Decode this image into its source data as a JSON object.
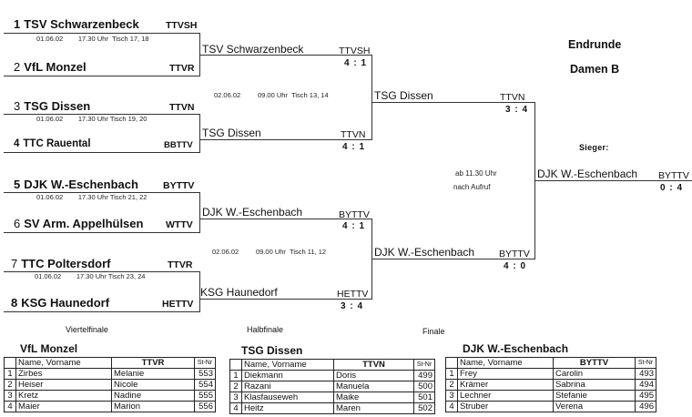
{
  "header": {
    "title": "Endrunde",
    "subtitle": "Damen B",
    "winner_label": "Sieger:"
  },
  "round_labels": {
    "quarterfinal": "Viertelfinale",
    "semifinal": "Halbfinale",
    "final": "Finale"
  },
  "quarterfinals": [
    {
      "top": {
        "seed": "1",
        "team": "TSV Schwarzenbeck",
        "assoc": "TTVSH"
      },
      "bottom": {
        "seed": "2",
        "team": "VfL Monzel",
        "assoc": "TTVR"
      },
      "date": "01.06.02",
      "time": "17.30 Uhr",
      "table": "Tisch 17, 18"
    },
    {
      "top": {
        "seed": "3",
        "team": "TSG Dissen",
        "assoc": "TTVN"
      },
      "bottom": {
        "seed": "4",
        "team": "TTC Rauental",
        "assoc": "BBTTV"
      },
      "date": "01.06.02",
      "time": "17.30 Uhr",
      "table": "Tisch 19, 20"
    },
    {
      "top": {
        "seed": "5",
        "team": "DJK W.-Eschenbach",
        "assoc": "BYTTV"
      },
      "bottom": {
        "seed": "6",
        "team": "SV Arm. Appelhülsen",
        "assoc": "WTTV"
      },
      "date": "01.06.02",
      "time": "17.30 Uhr",
      "table": "Tisch 21, 22"
    },
    {
      "top": {
        "seed": "7",
        "team": "TTC Poltersdorf",
        "assoc": "TTVR"
      },
      "bottom": {
        "seed": "8",
        "team": "KSG Haunedorf",
        "assoc": "HETTV"
      },
      "date": "01.06.02",
      "time": "17.30 Uhr",
      "table": "Tisch 23, 24"
    }
  ],
  "semifinals": [
    {
      "top": {
        "team": "TSV Schwarzenbeck",
        "assoc": "TTVSH",
        "score": "4 : 1"
      },
      "bottom": {
        "team": "TSG Dissen",
        "assoc": "TTVN",
        "score": "4 : 1"
      },
      "date": "02.06.02",
      "time": "09.00 Uhr",
      "table": "Tisch 13, 14"
    },
    {
      "top": {
        "team": "DJK W.-Eschenbach",
        "assoc": "BYTTV",
        "score": "4 : 1"
      },
      "bottom": {
        "team": "KSG Haunedorf",
        "assoc": "HETTV",
        "score": "3 : 4"
      },
      "date": "02.06.02",
      "time": "09.00 Uhr",
      "table": "Tisch 11, 12"
    }
  ],
  "final": {
    "top": {
      "team": "TSG Dissen",
      "assoc": "TTVN",
      "score": "3 : 4"
    },
    "bottom": {
      "team": "DJK W.-Eschenbach",
      "assoc": "BYTTV",
      "score": "4 : 0"
    },
    "time": "ab 11.30 Uhr",
    "note": "nach Aufruf"
  },
  "winner": {
    "team": "DJK W.-Eschenbach",
    "assoc": "BYTTV",
    "score": "0 : 4"
  },
  "rosters": [
    {
      "team": "VfL Monzel",
      "assoc": "TTVR",
      "col_name": "Name, Vorname",
      "col_stnr": "St-Nr",
      "players": [
        {
          "idx": "1",
          "last": "Zirbes",
          "first": "Melanie",
          "stnr": "553"
        },
        {
          "idx": "2",
          "last": "Heiser",
          "first": "Nicole",
          "stnr": "554"
        },
        {
          "idx": "3",
          "last": "Kretz",
          "first": "Nadine",
          "stnr": "555"
        },
        {
          "idx": "4",
          "last": "Maier",
          "first": "Marion",
          "stnr": "556"
        }
      ]
    },
    {
      "team": "TSG Dissen",
      "assoc": "TTVN",
      "col_name": "Name, Vorname",
      "col_stnr": "St-Nr",
      "players": [
        {
          "idx": "1",
          "last": "Diekmann",
          "first": "Doris",
          "stnr": "499"
        },
        {
          "idx": "2",
          "last": "Razani",
          "first": "Manuela",
          "stnr": "500"
        },
        {
          "idx": "3",
          "last": "Klasfauseweh",
          "first": "Maike",
          "stnr": "501"
        },
        {
          "idx": "4",
          "last": "Heitz",
          "first": "Maren",
          "stnr": "502"
        }
      ]
    },
    {
      "team": "DJK W.-Eschenbach",
      "assoc": "BYTTV",
      "col_name": "Name, Vorname",
      "col_stnr": "St-Nr",
      "players": [
        {
          "idx": "1",
          "last": "Frey",
          "first": "Carolin",
          "stnr": "493"
        },
        {
          "idx": "2",
          "last": "Krämer",
          "first": "Sabrina",
          "stnr": "494"
        },
        {
          "idx": "3",
          "last": "Lechner",
          "first": "Stefanie",
          "stnr": "495"
        },
        {
          "idx": "4",
          "last": "Struber",
          "first": "Verena",
          "stnr": "496"
        }
      ]
    }
  ]
}
